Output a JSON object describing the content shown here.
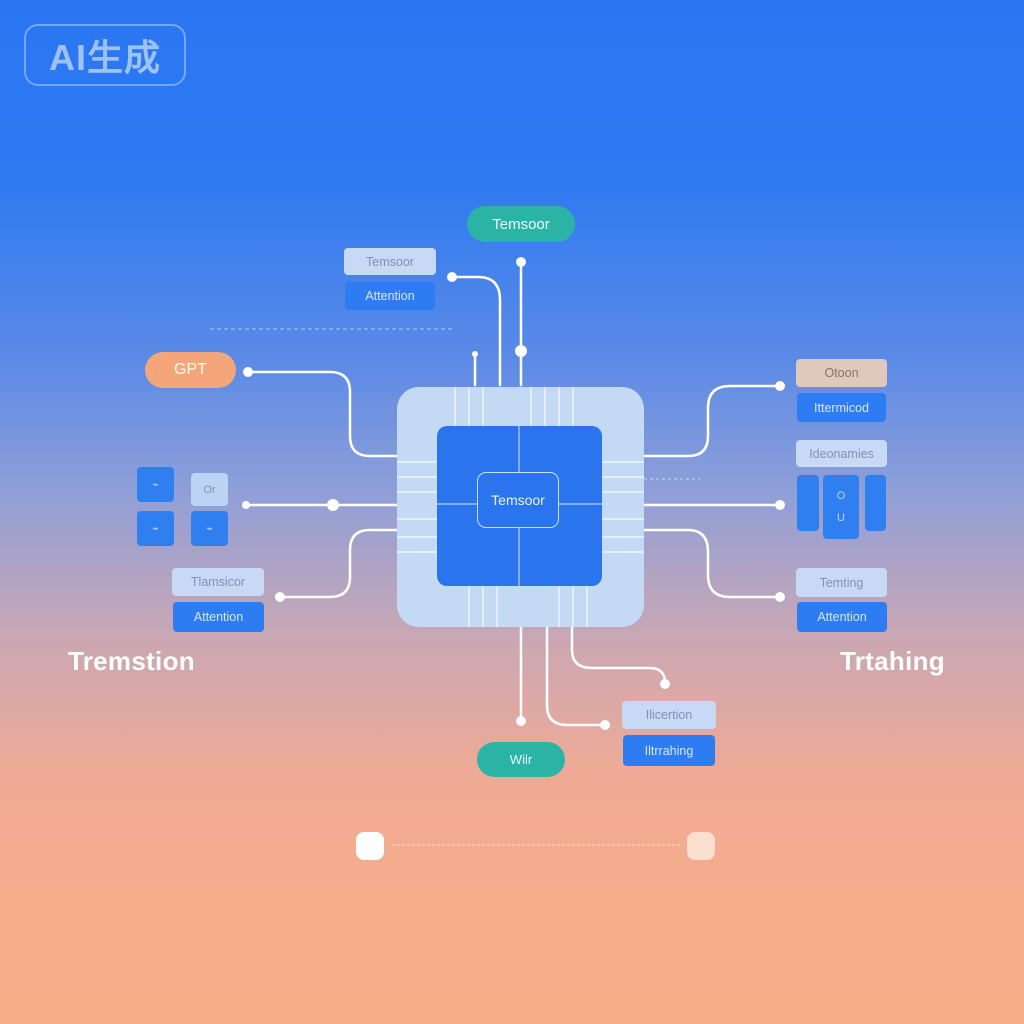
{
  "watermark": "AI生成",
  "top_pill": "Temsoor",
  "top_left_stack": {
    "top": "Temsoor",
    "bottom": "Attention"
  },
  "left_pill": "GPT",
  "left_grid": {
    "t2": "Or"
  },
  "left_lower_stack": {
    "top": "Tlamsicor",
    "bottom": "Attention"
  },
  "left_big_label": "Tremstion",
  "core_label": "Temsoor",
  "right_top_stack": {
    "top": "Otoon",
    "bottom": "Ittermicod"
  },
  "right_mid": {
    "top": "Ideonamies",
    "tile_top": "O",
    "tile_bottom": "U"
  },
  "right_lower_stack": {
    "top": "Temting",
    "bottom": "Attention"
  },
  "right_big_label": "Trtahing",
  "bottom_right_stack": {
    "top": "Ilicertion",
    "bottom": "Iltrrahing"
  },
  "bottom_pill": "Wilr",
  "colors": {
    "accent_blue": "#2a74ee",
    "teal": "#2bb3a6",
    "peach": "#f4a57a"
  }
}
